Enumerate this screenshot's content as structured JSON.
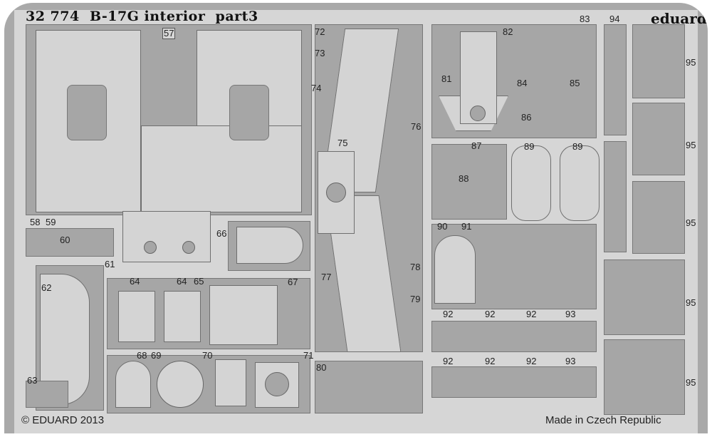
{
  "header": {
    "title": "32 774  B-17G interior  part3",
    "brand": "eduard"
  },
  "footer": {
    "copyright": "© EDUARD 2013",
    "origin": "Made in Czech Republic"
  },
  "part_numbers": [
    "57",
    "58",
    "59",
    "60",
    "61",
    "62",
    "63",
    "64",
    "64",
    "65",
    "66",
    "67",
    "68",
    "69",
    "70",
    "71",
    "72",
    "73",
    "74",
    "75",
    "76",
    "77",
    "78",
    "79",
    "80",
    "81",
    "82",
    "83",
    "84",
    "85",
    "86",
    "87",
    "88",
    "89",
    "89",
    "90",
    "91",
    "92",
    "92",
    "92",
    "93",
    "92",
    "92",
    "92",
    "93",
    "94",
    "95",
    "95",
    "95",
    "95",
    "95"
  ],
  "colors": {
    "fret": "#d6d6d6",
    "frame": "#a9a9a9",
    "outline": "#6f6f6f"
  }
}
